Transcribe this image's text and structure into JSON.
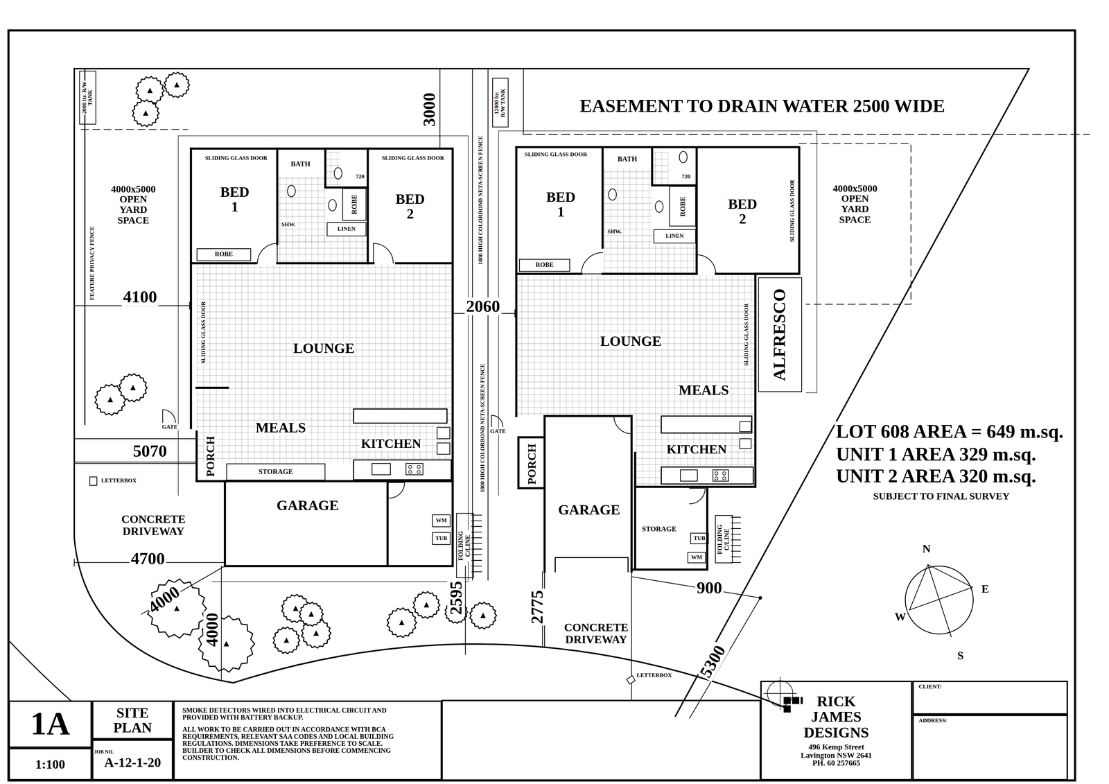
{
  "diagram": {
    "nodes": [
      {
        "text": [
          "2000 ltr. R/W TANK"
        ]
      },
      {
        "text": [
          "12000 ltr. R/W TANK"
        ]
      },
      {
        "text": [
          "4000x5000 OPEN YARD SPACE"
        ]
      },
      {
        "text": [
          "BED 1"
        ]
      },
      {
        "text": [
          "BATH"
        ]
      },
      {
        "text": [
          "ROBE"
        ]
      },
      {
        "text": [
          "LINEN"
        ]
      },
      {
        "text": [
          "BED 2"
        ]
      },
      {
        "text": [
          "ROBE"
        ]
      },
      {
        "text": [
          "BED 1"
        ]
      },
      {
        "text": [
          "BATH"
        ]
      },
      {
        "text": [
          "ROBE"
        ]
      },
      {
        "text": [
          "LINEN"
        ]
      },
      {
        "text": [
          "BED 2"
        ]
      },
      {
        "text": [
          "4000x5000 OPEN YARD SPACE"
        ]
      },
      {
        "text": [
          "ROBE"
        ]
      },
      {
        "text": [
          "LOUNGE"
        ]
      },
      {
        "text": [
          "LOUNGE"
        ]
      },
      {
        "text": [
          "ALFRESCO"
        ]
      },
      {
        "text": [
          "MEALS"
        ]
      },
      {
        "text": [
          "MEALS"
        ]
      },
      {
        "text": [
          "PORCH"
        ]
      },
      {
        "text": [
          "KITCHEN"
        ]
      },
      {
        "text": [
          "STORAGE"
        ]
      },
      {
        "text": [
          "PORCH"
        ]
      },
      {
        "text": [
          "KITCHEN"
        ]
      },
      {
        "text": [
          "GARAGE"
        ]
      },
      {
        "text": [
          "GARAGE"
        ]
      },
      {
        "text": [
          "WM"
        ]
      },
      {
        "text": [
          "TUB"
        ]
      },
      {
        "text": [
          "FOLDING C/LINE"
        ]
      },
      {
        "text": [
          "STORAGE"
        ]
      },
      {
        "text": [
          "TUB"
        ]
      },
      {
        "text": [
          "FOLDING C/LINE"
        ]
      },
      {
        "text": [
          "WM"
        ]
      },
      {
        "text": [
          "RICK JAMES DESIGNS",
          "496 Kemp Street Lavington NSW 2641 PH. 60 257665"
        ]
      },
      {
        "text": [
          "CLIENT:"
        ]
      },
      {
        "text": [
          "ADDRESS:"
        ]
      },
      {
        "text": [
          "1A"
        ]
      },
      {
        "text": [
          "SITE PLAN"
        ]
      },
      {
        "text": [
          "SMOKE DETECTORS WIRED INTO ELECTRICAL CIRCUIT AND PROVIDED WITH BATTERY BACKUP.",
          "ALL WORK TO BE CARRIED OUT IN ACCORDANCE WITH BCA REQUIREMENTS, RELEVANT SAA CODES AND LOCAL BUILDING REGULATIONS. DIMENSIONS TAKE PREFERENCE TO SCALE. BUILDER TO CHECK ALL DIMENSIONS BEFORE COMMENCING CONSTRUCTION."
        ]
      },
      {
        "text": [
          "1:100"
        ]
      },
      {
        "text": [
          "JOB NO.",
          "A-12-1-20"
        ]
      }
    ],
    "labels": [
      "EASEMENT TO DRAIN WATER 2500 WIDE",
      "3000",
      "FEATURE PRIVACY FENCE",
      "SLIDING GLASS DOOR",
      "720",
      "SLIDING GLASS DOOR",
      "SHW.",
      "1800 HIGH COLORBOND NETA-SCREEN FENCE",
      "SLIDING GLASS DOOR",
      "720",
      "SHW.",
      "SLIDING GLASS DOOR",
      "4100",
      "2060",
      "SLIDING GLASS DOOR",
      "SLIDING GLASS DOOR",
      "1800 HIGH COLORBOND NETA-SCREEN FENCE",
      "GATE",
      "GATE",
      "LOT 608 AREA = 649 m.sq.",
      "5070",
      "UNIT 1 AREA 329 m.sq.",
      "UNIT 2 AREA 320 m.sq.",
      "LETTERBOX",
      "SUBJECT TO FINAL SURVEY",
      "CONCRETE DRIVEWAY",
      "N",
      "4700",
      "E",
      "900",
      "4000",
      "2595",
      "2775",
      "W",
      "4000",
      "CONCRETE DRIVEWAY",
      "S",
      "5300",
      "LETTERBOX"
    ]
  }
}
